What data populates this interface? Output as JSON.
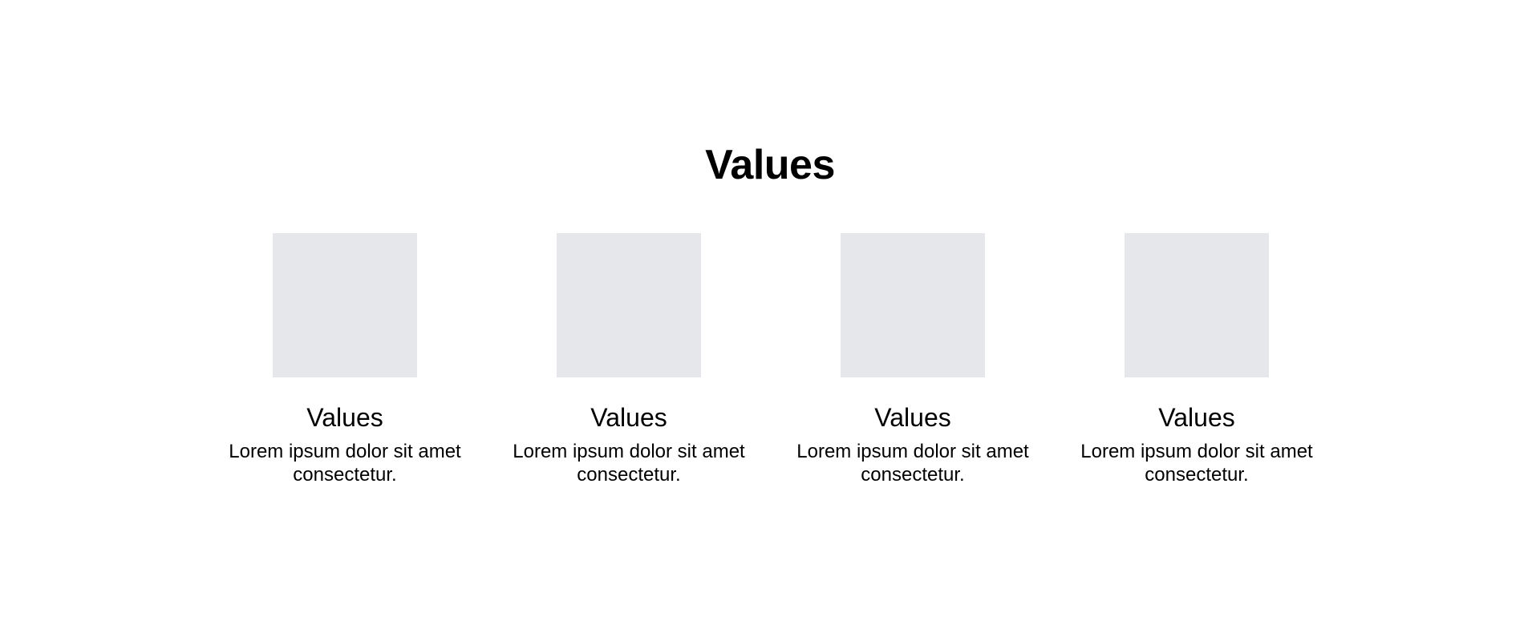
{
  "section": {
    "title": "Values"
  },
  "cards": [
    {
      "title": "Values",
      "text": "Lorem ipsum dolor sit amet consectetur."
    },
    {
      "title": "Values",
      "text": "Lorem ipsum dolor sit amet consectetur."
    },
    {
      "title": "Values",
      "text": "Lorem ipsum dolor sit amet consectetur."
    },
    {
      "title": "Values",
      "text": "Lorem ipsum dolor sit amet consectetur."
    }
  ],
  "colors": {
    "background": "#ffffff",
    "placeholder": "#e5e7eb",
    "text": "#000000"
  }
}
